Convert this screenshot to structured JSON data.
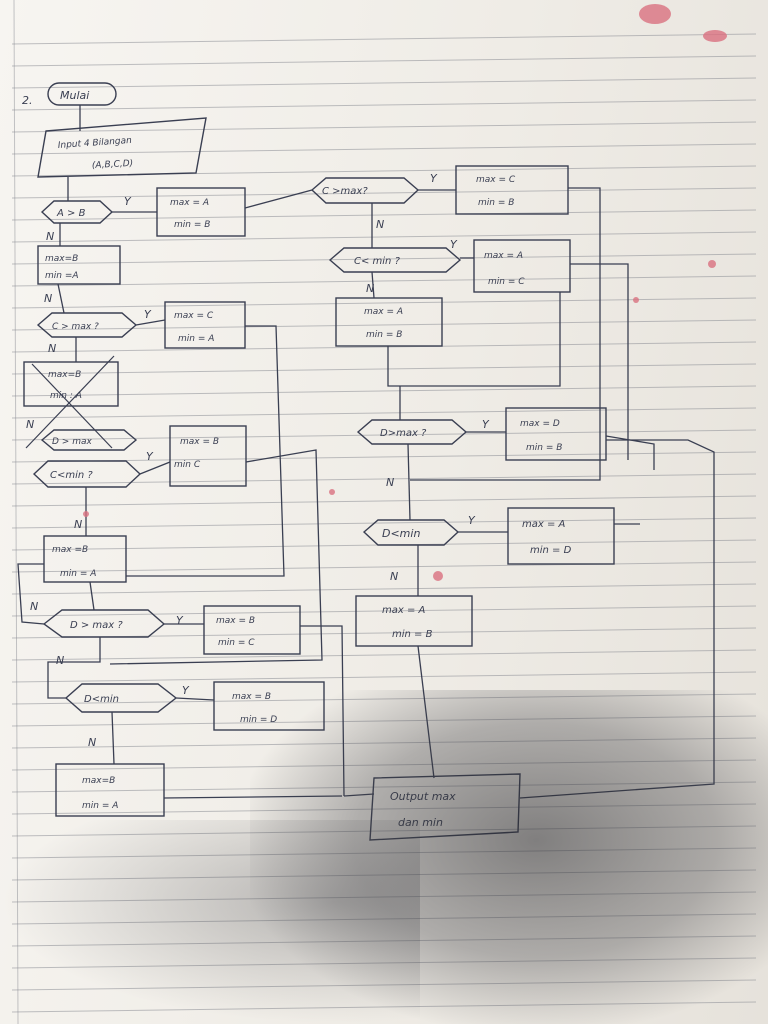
{
  "page": {
    "number": "2.",
    "ink": "#3a3f52",
    "stain": "#d9707f"
  },
  "flowchart": {
    "start": "Mulai",
    "input": {
      "line1": "Input 4 Bilangan",
      "line2": "(A,B,C,D)"
    },
    "left": {
      "d1": "A > B",
      "d1_yes": {
        "max": "max = A",
        "min": "min = B"
      },
      "d1_no": {
        "max": "max=B",
        "min": "min =A"
      },
      "d2": "C > max ?",
      "d2_yes": {
        "max": "max = C",
        "min": "min = A"
      },
      "d2_no_crossed": {
        "max": "max=B",
        "min": "min : A"
      },
      "d3_crossed": "D > max",
      "d3_yes": {
        "max": "max = B",
        "min": "min C"
      },
      "d4": "C<min ?",
      "d4_no": {
        "max": "max =B",
        "min": "min = A"
      },
      "d5": "D > max ?",
      "d5_yes": {
        "max": "max = B",
        "min": "min = C"
      },
      "d6": "D<min",
      "d6_yes": {
        "max": "max = B",
        "min": "min = D"
      },
      "d6_no": {
        "max": "max=B",
        "min": "min = A"
      }
    },
    "right": {
      "d1": "C >max?",
      "d1_yes": {
        "max": "max = C",
        "min": "min = B"
      },
      "d2": "C< min ?",
      "d2_yes": {
        "max": "max = A",
        "min": "min = C"
      },
      "d2_no": {
        "max": "max = A",
        "min": "min = B"
      },
      "d3": "D>max ?",
      "d3_yes": {
        "max": "max = D",
        "min": "min = B"
      },
      "d4": "D<min",
      "d4_yes": {
        "max": "max = A",
        "min": "min = D"
      },
      "d4_no": {
        "max": "max = A",
        "min": "min = B"
      }
    },
    "output": {
      "line1": "Output max",
      "line2": "dan min"
    },
    "labels": {
      "yes": "Y",
      "no": "N"
    }
  }
}
